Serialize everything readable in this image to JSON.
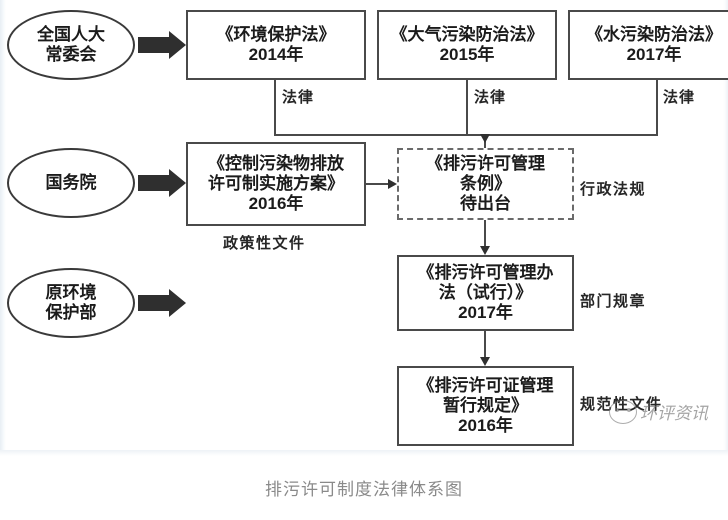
{
  "caption": "排污许可制度法律体系图",
  "watermark": {
    "text": "环评资讯",
    "logo_icon": "smiley-circle-logo-icon"
  },
  "actors": [
    {
      "id": "npc-standing-committee",
      "lines": [
        "全国人大",
        "常委会"
      ]
    },
    {
      "id": "state-council",
      "lines": [
        "国务院"
      ]
    },
    {
      "id": "former-ministry-environmental-protection",
      "lines": [
        "原环境",
        "保护部"
      ]
    }
  ],
  "laws": [
    {
      "id": "environmental-protection-law",
      "title": "《环境保护法》",
      "year": "2014年",
      "edge_label": "法律"
    },
    {
      "id": "air-pollution-prevention-law",
      "title": "《大气污染防治法》",
      "year": "2015年",
      "edge_label": "法律"
    },
    {
      "id": "water-pollution-prevention-law",
      "title": "《水污染防治法》",
      "year": "2017年",
      "edge_label": "法律"
    }
  ],
  "policy_document": {
    "id": "pollutant-discharge-permit-implementation-plan",
    "lines": [
      "《控制污染物排放",
      "许可制实施方案》",
      "2016年"
    ],
    "label": "政策性文件"
  },
  "regulation_chain": [
    {
      "id": "discharge-permit-management-regulations",
      "lines": [
        "《排污许可管理",
        "条例》",
        "待出台"
      ],
      "side_label": "行政法规",
      "status": "待出台",
      "dashed": true
    },
    {
      "id": "discharge-permit-management-measures-trial",
      "lines": [
        "《排污许可管理办",
        "法（试行）》",
        "2017年"
      ],
      "side_label": "部门规章",
      "dashed": false
    },
    {
      "id": "discharge-permit-interim-provisions",
      "lines": [
        "《排污许可证管理",
        "暂行规定》",
        "2016年"
      ],
      "side_label": "规范性文件",
      "dashed": false
    }
  ],
  "colors": {
    "box_border": "#4a4a4a",
    "oval_border": "#3a3a3a",
    "arrow_fill": "#2f2f2f",
    "text": "#1b1b1b",
    "caption_text": "#8a8a8a",
    "watermark": "#6e6e6e"
  }
}
